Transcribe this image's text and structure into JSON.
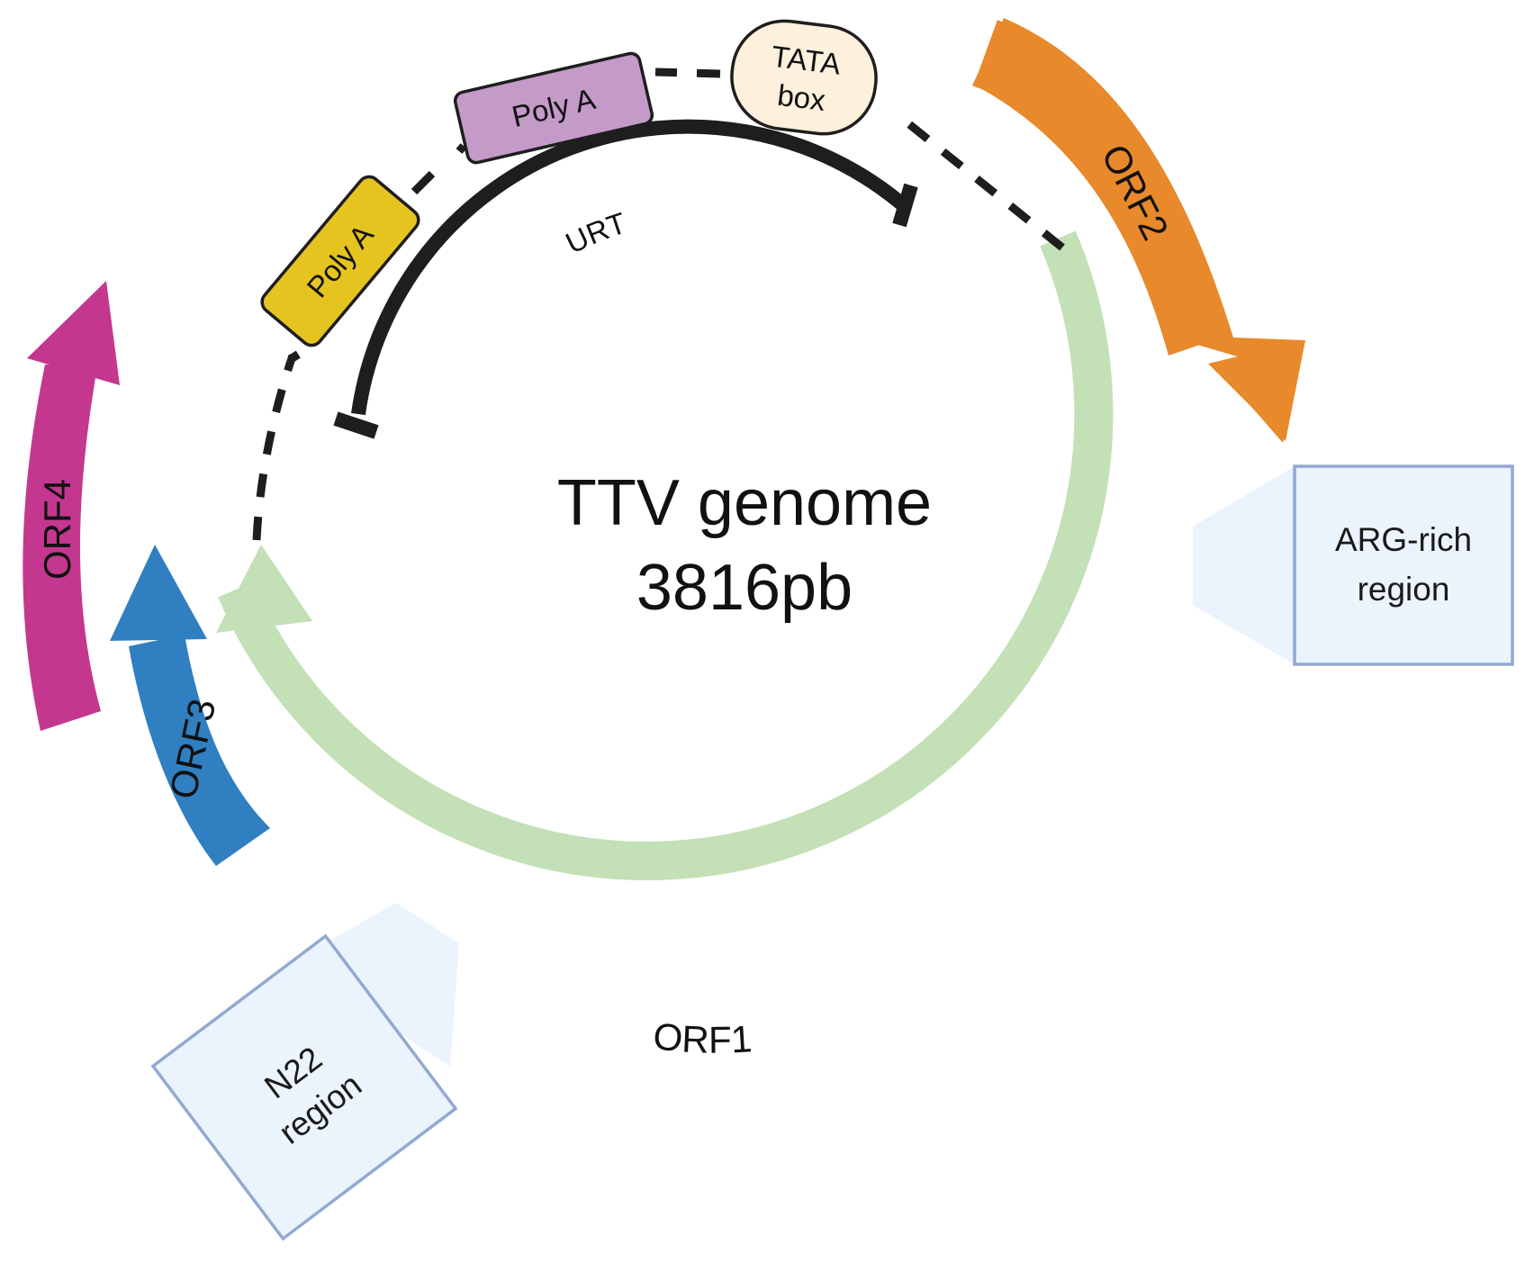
{
  "genome": {
    "name": "TTV genome",
    "size": "3816pb"
  },
  "orfs": {
    "orf1": "ORF1",
    "orf2": "ORF2",
    "orf3": "ORF3",
    "orf4": "ORF4"
  },
  "elements": {
    "urt": "URT",
    "poly_a_1": "Poly A",
    "poly_a_2": "Poly A",
    "tata_line1": "TATA",
    "tata_line2": "box"
  },
  "regions": {
    "arg_line1": "ARG-rich",
    "arg_line2": "region",
    "n22_line1": "N22",
    "n22_line2": "region"
  },
  "colors": {
    "orf1": "#c3e0b6",
    "orf2": "#e8892b",
    "orf3": "#2f7fc1",
    "orf4": "#c4378f",
    "poly_a_yellow": "#e6c420",
    "poly_a_purple": "#c49ac8",
    "tata_fill": "#fdf0dc",
    "region_fill": "#ebf3fc",
    "region_stroke": "#93a9d2",
    "urt": "#1e1e1e"
  }
}
